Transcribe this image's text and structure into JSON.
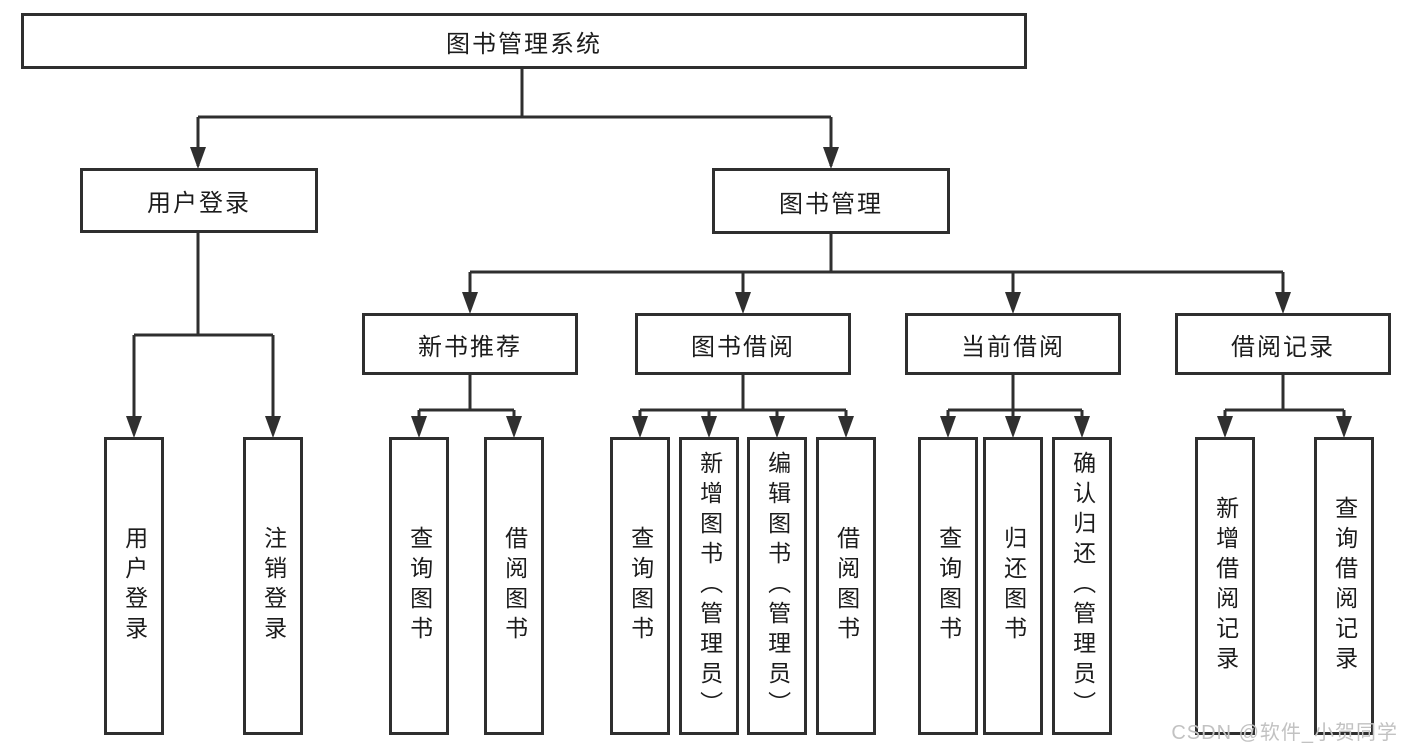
{
  "colors": {
    "line": "#2f2f2f",
    "text": "#1c1c1c",
    "box_background": "#ffffff",
    "page_background": "#ffffff",
    "watermark": "#c2c2c2"
  },
  "tree": {
    "root": {
      "label": "图书管理系统"
    },
    "branches": [
      {
        "label": "用户登录",
        "leaves": [
          "用户登录",
          "注销登录"
        ]
      },
      {
        "label": "图书管理",
        "sections": [
          {
            "label": "新书推荐",
            "leaves": [
              "查询图书",
              "借阅图书"
            ]
          },
          {
            "label": "图书借阅",
            "leaves": [
              "查询图书",
              "新增图书（管理员）",
              "编辑图书（管理员）",
              "借阅图书"
            ]
          },
          {
            "label": "当前借阅",
            "leaves": [
              "查询图书",
              "归还图书",
              "确认归还（管理员）"
            ]
          },
          {
            "label": "借阅记录",
            "leaves": [
              "新增借阅记录",
              "查询借阅记录"
            ]
          }
        ]
      }
    ]
  },
  "watermark": {
    "text": "CSDN @软件_小贺同学"
  }
}
